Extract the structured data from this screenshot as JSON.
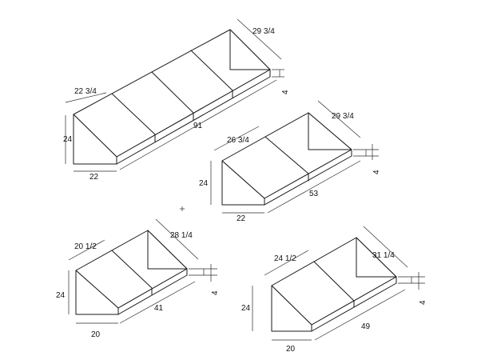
{
  "colors": {
    "background": "#ffffff",
    "ink": "#1a1a1a"
  },
  "shapes": [
    {
      "id": "a",
      "dims": {
        "length": "91",
        "depth": "22",
        "height": "24",
        "top_slope": "22 3/4",
        "end_slope": "29 3/4",
        "lip": "4"
      }
    },
    {
      "id": "b",
      "dims": {
        "length": "53",
        "depth": "22",
        "height": "24",
        "top_slope": "26 3/4",
        "end_slope": "29 3/4",
        "lip": "4"
      }
    },
    {
      "id": "c",
      "dims": {
        "length": "41",
        "depth": "20",
        "height": "24",
        "top_slope": "20 1/2",
        "end_slope": "28 1/4",
        "lip": "4"
      }
    },
    {
      "id": "d",
      "dims": {
        "length": "49",
        "depth": "20",
        "height": "24",
        "top_slope": "24 1/2",
        "end_slope": "31 1/4",
        "lip": "4"
      }
    }
  ]
}
